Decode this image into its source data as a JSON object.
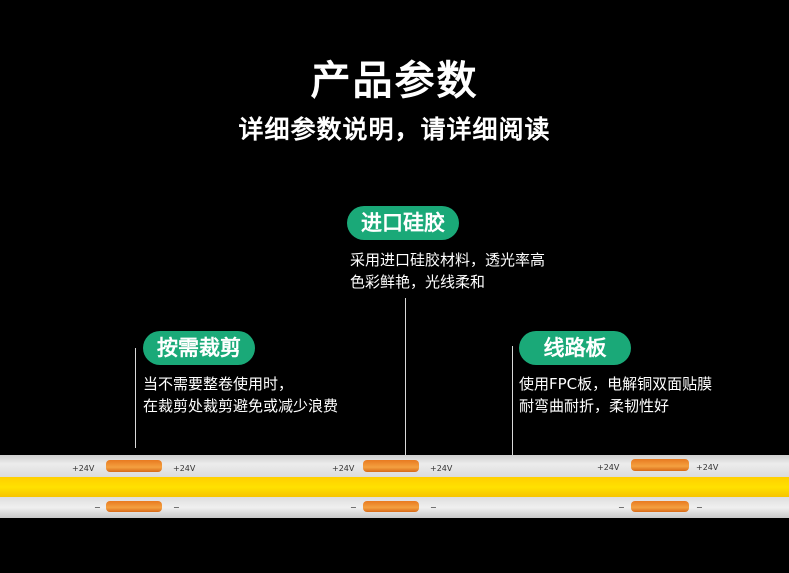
{
  "header": {
    "title": "产品参数",
    "subtitle": "详细参数说明，请详细阅读"
  },
  "features": [
    {
      "badge": "进口硅胶",
      "desc": [
        "采用进口硅胶材料，透光率高",
        "色彩鲜艳，光线柔和"
      ]
    },
    {
      "badge": "按需裁剪",
      "desc": [
        "当不需要整卷使用时，",
        "在裁剪处裁剪避免或减少浪费"
      ]
    },
    {
      "badge": "线路板",
      "desc": [
        "使用FPC板，电解铜双面贴膜",
        "耐弯曲耐折，柔韧性好"
      ]
    }
  ],
  "strip": {
    "plus_label": "+24V",
    "minus_label": "−"
  },
  "colors": {
    "badge": "#1aa978",
    "led_yellow": "#ffdc00",
    "pad_copper": "#f08c2c"
  }
}
